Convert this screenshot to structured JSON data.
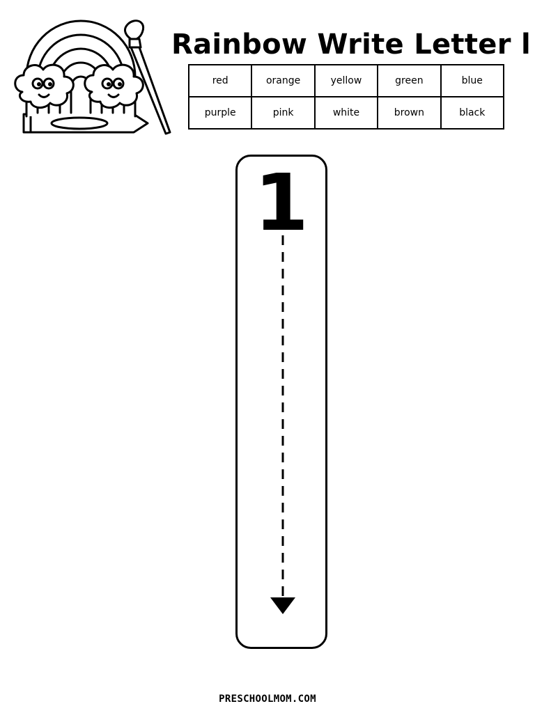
{
  "header": {
    "title": "Rainbow Write Letter l"
  },
  "color_table": {
    "rows": [
      [
        "red",
        "orange",
        "yellow",
        "green",
        "blue"
      ],
      [
        "purple",
        "pink",
        "white",
        "brown",
        "black"
      ]
    ]
  },
  "tracing": {
    "start_marker": "1",
    "direction": "down"
  },
  "footer": {
    "site": "PRESCHOOLMOM.COM"
  },
  "icons": {
    "clipart": "rainbow-clouds-crayon-paintbrush-icon",
    "arrow": "arrow-down-icon"
  }
}
